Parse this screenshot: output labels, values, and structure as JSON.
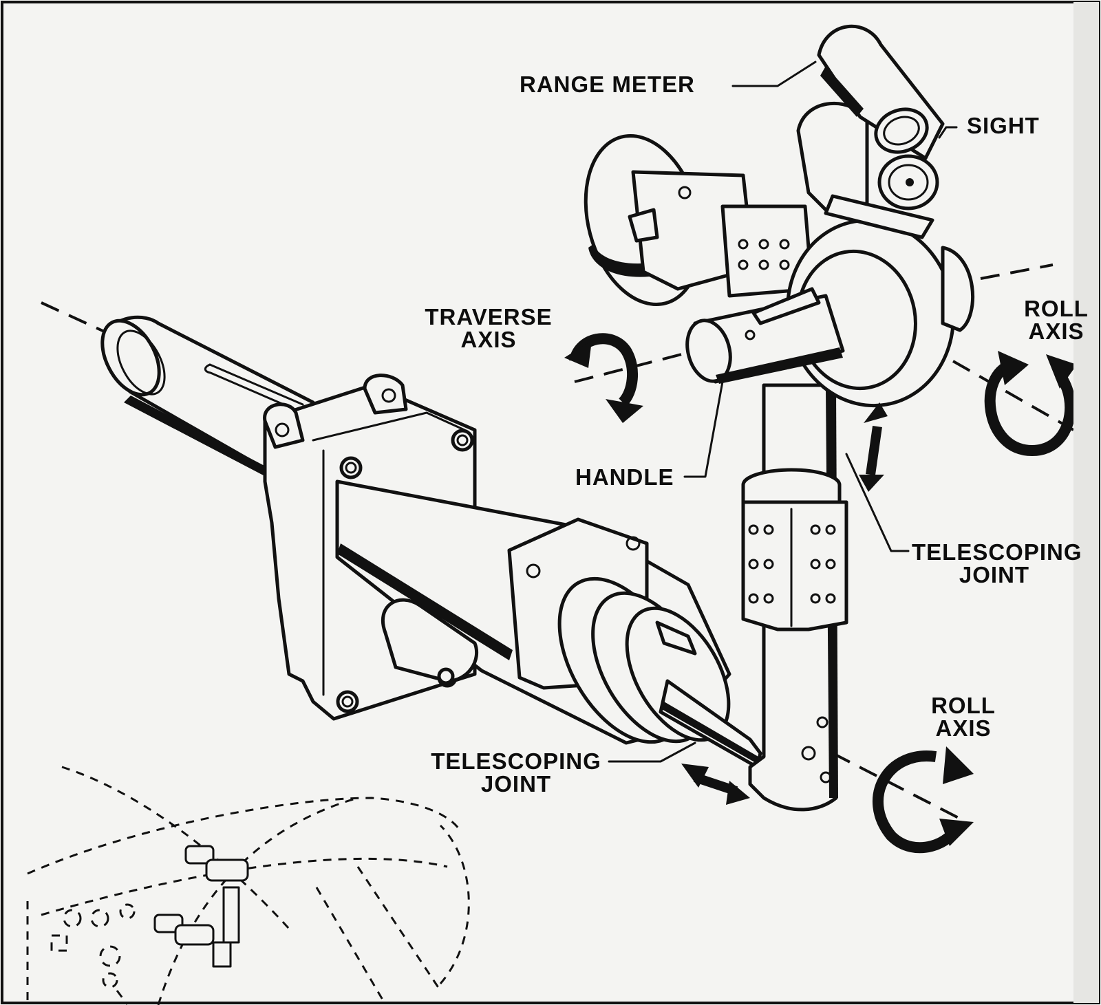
{
  "labels": {
    "range_meter": "RANGE METER",
    "sight": "SIGHT",
    "traverse_axis_l1": "TRAVERSE",
    "traverse_axis_l2": "AXIS",
    "roll_axis_top_l1": "ROLL",
    "roll_axis_top_l2": "AXIS",
    "handle": "HANDLE",
    "telescoping_joint_right_l1": "TELESCOPING",
    "telescoping_joint_right_l2": "JOINT",
    "roll_axis_bottom_l1": "ROLL",
    "roll_axis_bottom_l2": "AXIS",
    "telescoping_joint_left_l1": "TELESCOPING",
    "telescoping_joint_left_l2": "JOINT"
  },
  "icons": {
    "rotation_arrow": "curved-arrow-icon",
    "linear_arrow": "double-arrow-icon"
  },
  "colors": {
    "ink": "#111111",
    "paper": "#f4f4f2"
  }
}
